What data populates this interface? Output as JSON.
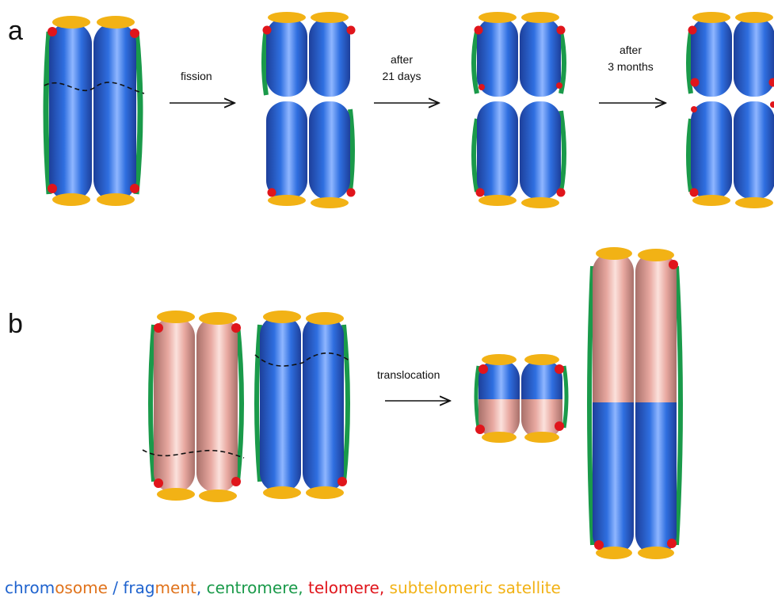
{
  "panels": {
    "a": {
      "label": "a",
      "steps": [
        {
          "label_lines": [
            "fission"
          ]
        },
        {
          "label_lines": [
            "after",
            "21 days"
          ]
        },
        {
          "label_lines": [
            "after",
            "3 months"
          ]
        }
      ]
    },
    "b": {
      "label": "b",
      "steps": [
        {
          "label_lines": [
            "translocation"
          ]
        }
      ]
    }
  },
  "legend": {
    "chromosome_part1": "chrom",
    "chromosome_part2": "osome",
    "slash": " / ",
    "fragment_part1": "frag",
    "fragment_part2": "ment",
    "sep1": ", ",
    "centromere": "centromere",
    "sep2": ", ",
    "telomere": "telomere,",
    "sep3": " ",
    "satellite": "subtelomeric satellite"
  },
  "colors": {
    "chromosome": "#1f63ce",
    "fragment": "#e0731c",
    "centromere": "#1a9a4a",
    "telomere": "#e0151b",
    "satellite": "#f2b215",
    "blue_body": "#2f6fe0",
    "pink_body": "#e8a8a0"
  }
}
